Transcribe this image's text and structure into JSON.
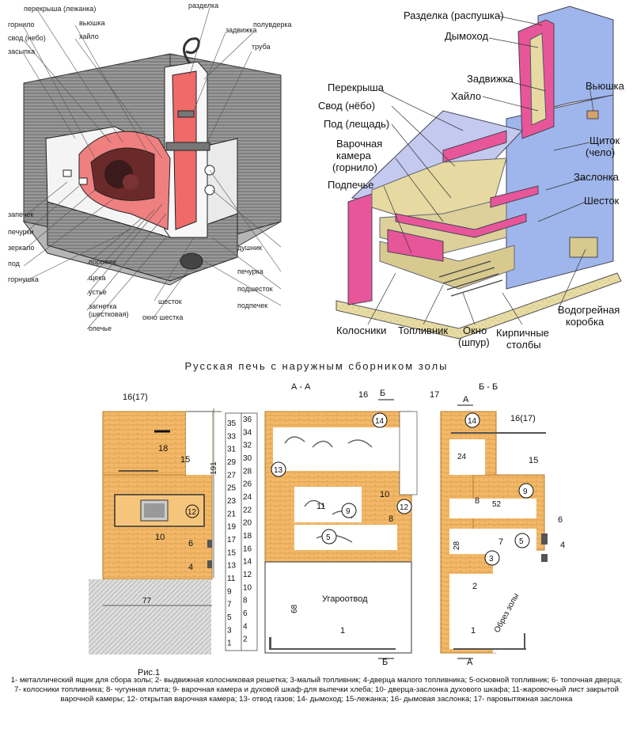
{
  "left_labels": {
    "top": [
      "перекрыша (лежанка)",
      "горнило",
      "свод (небо)",
      "засыпка"
    ],
    "bottom": [
      "запечек",
      "печурки",
      "зеркало",
      "под",
      "горнушка"
    ],
    "center_top": [
      "вьюшка",
      "хайло"
    ],
    "right_top": [
      "разделка",
      "задвижка",
      "полувдерка",
      "труба"
    ],
    "right_bottom": [
      "душник",
      "печурка",
      "подшесток",
      "подпечек"
    ],
    "center_bottom": [
      "порожек",
      "щека",
      "устье",
      "загнетка\n(шестковая)",
      "опечье",
      "шесток",
      "окно шестка"
    ]
  },
  "right_labels": {
    "razdelka": "Разделка (распушка)",
    "dymohod": "Дымоход",
    "perekrysha": "Перекрыша",
    "svod": "Свод (нёбо)",
    "pod": "Под (лещадь)",
    "varochnaya": "Варочная\nкамера\n(горнило)",
    "podpeche": "Подпечье",
    "zadvizhka": "Задвижка",
    "hailo": "Хайло",
    "vyushka": "Вьюшка",
    "schitok": "Щиток\n(чело)",
    "zaslonka": "Заслонка",
    "shestok": "Шесток",
    "vodogreynaya": "Водогрейная\nкоробка",
    "kirpichnye": "Кирпичные\nстолбы",
    "okno": "Окно\n(шпур)",
    "toplivnik": "Топливник",
    "kolosniki": "Колосники"
  },
  "bottom": {
    "title": "Русская печь с наружным сборником золы",
    "section_aa": "А - А",
    "section_bb": "Б - Б",
    "ris": "Рис.1",
    "dim_191": "191",
    "dim_77": "77",
    "dim_68": "68",
    "dim_24": "24",
    "dim_52": "52",
    "dim_28": "28",
    "ugaroovod": "Угароотвод",
    "obrez_zoly": "Обрез золы",
    "letter_a": "А",
    "letter_b": "Б",
    "front_labels": [
      "16(17)",
      "18",
      "15",
      "12",
      "10",
      "6",
      "4"
    ],
    "aa_labels": [
      "16",
      "17",
      "14",
      "13",
      "11",
      "9",
      "10",
      "12",
      "8",
      "5",
      "1"
    ],
    "bb_labels": [
      "14",
      "16(17)",
      "15",
      "9",
      "8",
      "6",
      "7",
      "5",
      "4",
      "3",
      "2",
      "1"
    ],
    "row_numbers_left": [
      "35",
      "33",
      "31",
      "29",
      "27",
      "25",
      "23",
      "21",
      "19",
      "17",
      "15",
      "13",
      "11",
      "9",
      "7",
      "5",
      "3",
      "1"
    ],
    "row_numbers_right": [
      "36",
      "34",
      "32",
      "30",
      "28",
      "26",
      "24",
      "22",
      "20",
      "18",
      "16",
      "14",
      "12",
      "10",
      "8",
      "6",
      "4",
      "2"
    ],
    "legend": "1- металлический ящик для сбора золы; 2- выдвижная колосниковая решетка; 3-малый топливник; 4-дверца малого топливника; 5-основной топливник; 6- топочная дверца; 7- колосники топливника; 8- чугунная плита; 9- варочная камера и духовой шкаф-для выпечки хлеба; 10- дверца-заслонка духового шкафа; 11-жаровочный лист закрытой варочной камеры; 12- открытая варочная камера; 13- отвод газов; 14- дымоход; 15-лежанка; 16- дымовая заслонка; 17- паровытяжная заслонка"
  },
  "colors": {
    "pink": "#e8569a",
    "blue": "#8fa8e8",
    "tan": "#e6d9a2",
    "wood": "#8b8b8b",
    "brick": "#f2b864",
    "red": "#d9534f"
  }
}
